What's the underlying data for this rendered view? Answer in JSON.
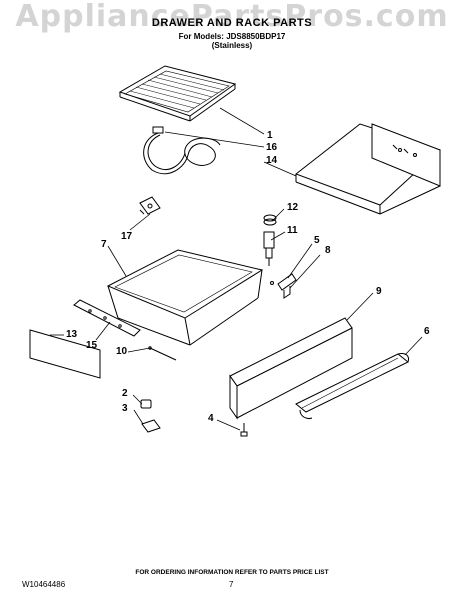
{
  "watermark": "AppliancePartsPros.com",
  "header": {
    "title": "DRAWER AND RACK PARTS",
    "models": "For Models: JDS8850BDP17",
    "finish": "(Stainless)"
  },
  "callouts": [
    "1",
    "16",
    "14",
    "12",
    "17",
    "11",
    "7",
    "5",
    "8",
    "9",
    "13",
    "6",
    "15",
    "10",
    "2",
    "3",
    "4"
  ],
  "footer": {
    "ordering_note": "FOR ORDERING INFORMATION REFER TO PARTS PRICE LIST",
    "doc_id": "W10464486",
    "page": "7"
  }
}
